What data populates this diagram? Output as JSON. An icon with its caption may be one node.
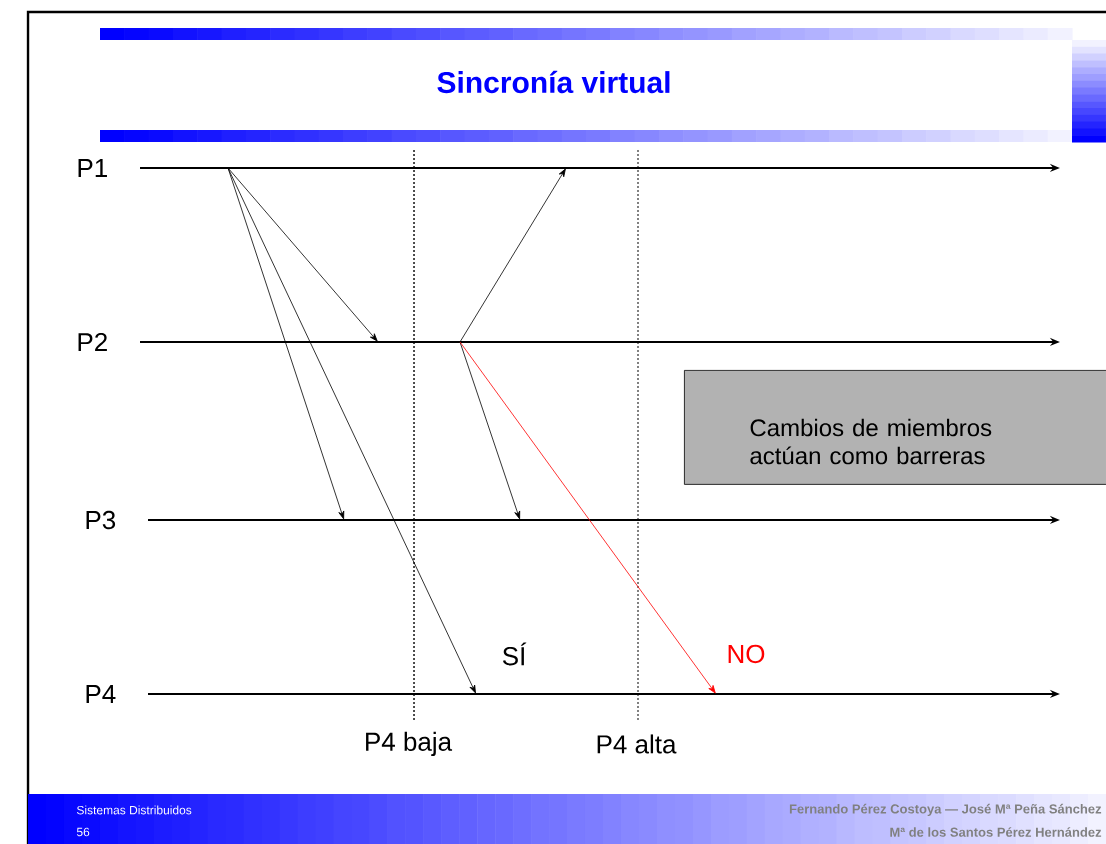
{
  "diagram": {
    "title": "Sincronía virtual",
    "nodes": [
      {
        "text": [
          "P1"
        ]
      },
      {
        "text": [
          "P2"
        ]
      },
      {
        "text": [
          "P3"
        ]
      },
      {
        "text": [
          "P4"
        ]
      },
      {
        "text": [
          "Cambios de miembros actúan como barreras"
        ]
      }
    ],
    "edges": [
      {
        "from": 0,
        "to": 1,
        "arrow": "to"
      },
      {
        "from": 0,
        "to": 2,
        "arrow": "to"
      },
      {
        "from": 0,
        "to": 3,
        "arrow": "to",
        "label": "SÍ"
      },
      {
        "from": 1,
        "to": 0,
        "arrow": "to"
      },
      {
        "from": 1,
        "to": 2,
        "arrow": "to"
      },
      {
        "from": 1,
        "to": 3,
        "arrow": "to",
        "label": "NO",
        "color": "#ff0000"
      }
    ],
    "labels": [
      "P4 baja",
      "P4 alta",
      "Sistemas Distribuidos",
      "56",
      "Fernando Pérez Costoya — José Mª Peña Sánchez",
      "Mª de los Santos Pérez Hernández"
    ]
  }
}
